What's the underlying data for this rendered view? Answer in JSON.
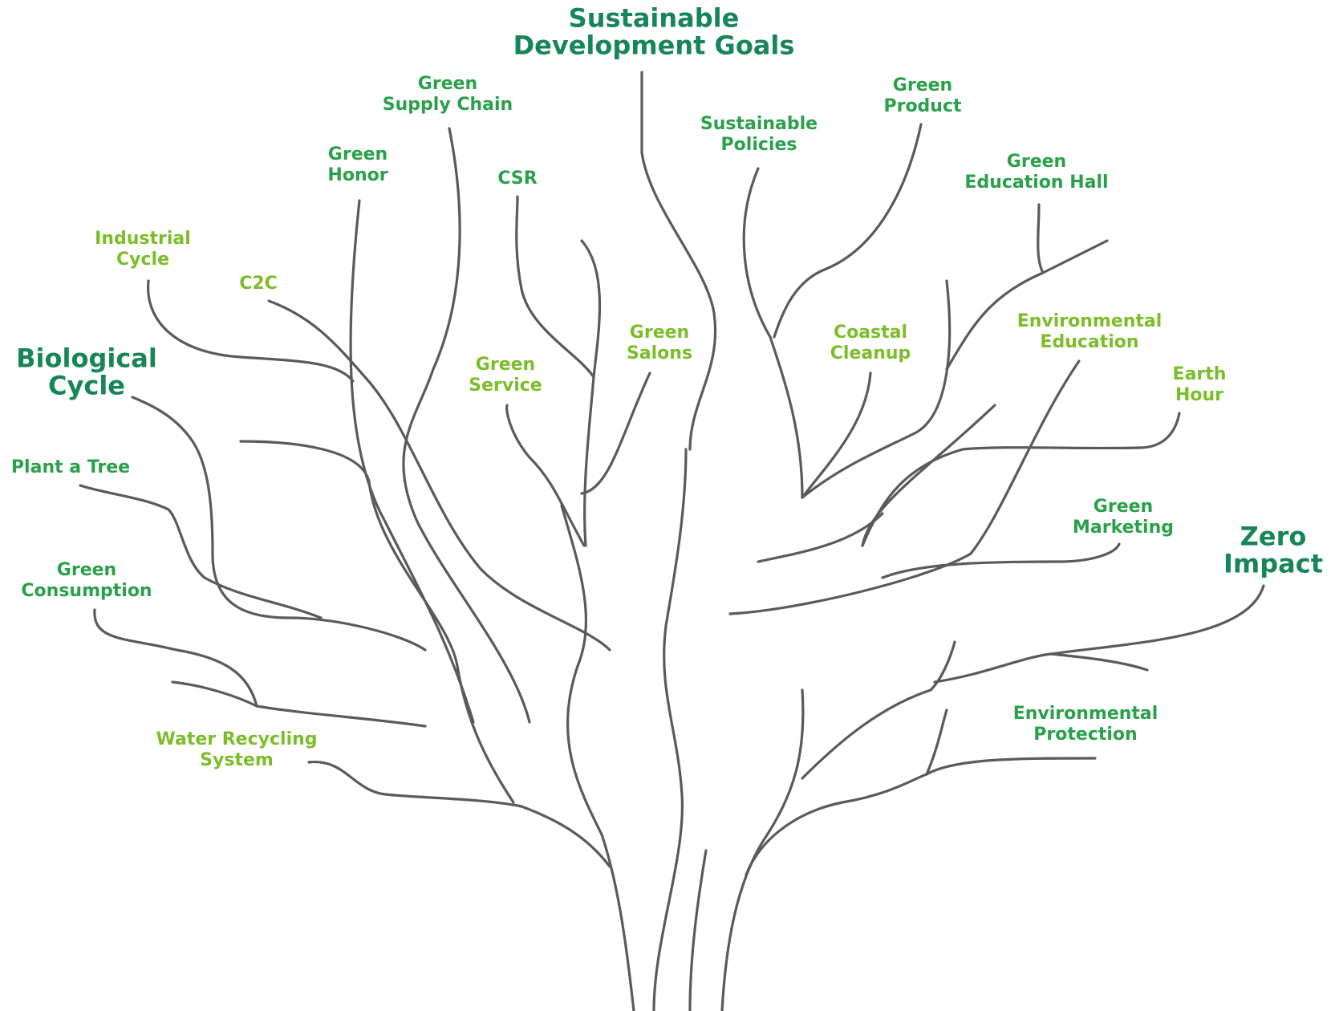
{
  "colors": {
    "branch": "#5a5a5a",
    "dark_green": "#17855a",
    "mid_green": "#2aa04a",
    "light_green": "#7cbd2a"
  },
  "labels": {
    "sdg": {
      "lines": [
        "Sustainable",
        "Development Goals"
      ],
      "color": "dark_green"
    },
    "green_supply_chain": {
      "lines": [
        "Green",
        "Supply Chain"
      ],
      "color": "mid_green"
    },
    "green_product": {
      "lines": [
        "Green",
        "Product"
      ],
      "color": "mid_green"
    },
    "sustainable_policies": {
      "lines": [
        "Sustainable",
        "Policies"
      ],
      "color": "mid_green"
    },
    "green_honor": {
      "lines": [
        "Green",
        "Honor"
      ],
      "color": "mid_green"
    },
    "csr": {
      "lines": [
        "CSR"
      ],
      "color": "mid_green"
    },
    "green_education_hall": {
      "lines": [
        "Green",
        "Education Hall"
      ],
      "color": "mid_green"
    },
    "industrial_cycle": {
      "lines": [
        "Industrial",
        "Cycle"
      ],
      "color": "light_green"
    },
    "c2c": {
      "lines": [
        "C2C"
      ],
      "color": "light_green"
    },
    "biological_cycle": {
      "lines": [
        "Biological",
        "Cycle"
      ],
      "color": "dark_green"
    },
    "green_salons": {
      "lines": [
        "Green",
        "Salons"
      ],
      "color": "light_green"
    },
    "coastal_cleanup": {
      "lines": [
        "Coastal",
        "Cleanup"
      ],
      "color": "light_green"
    },
    "environmental_education": {
      "lines": [
        "Environmental",
        "Education"
      ],
      "color": "light_green"
    },
    "green_service": {
      "lines": [
        "Green",
        "Service"
      ],
      "color": "light_green"
    },
    "earth_hour": {
      "lines": [
        "Earth",
        "Hour"
      ],
      "color": "light_green"
    },
    "plant_a_tree": {
      "lines": [
        "Plant a Tree"
      ],
      "color": "mid_green"
    },
    "green_marketing": {
      "lines": [
        "Green",
        "Marketing"
      ],
      "color": "mid_green"
    },
    "zero_impact": {
      "lines": [
        "Zero",
        "Impact"
      ],
      "color": "dark_green"
    },
    "green_consumption": {
      "lines": [
        "Green",
        "Consumption"
      ],
      "color": "mid_green"
    },
    "environmental_protection": {
      "lines": [
        "Environmental",
        "Protection"
      ],
      "color": "mid_green"
    },
    "water_recycling_system": {
      "lines": [
        "Water Recycling",
        "System"
      ],
      "color": "light_green"
    }
  }
}
